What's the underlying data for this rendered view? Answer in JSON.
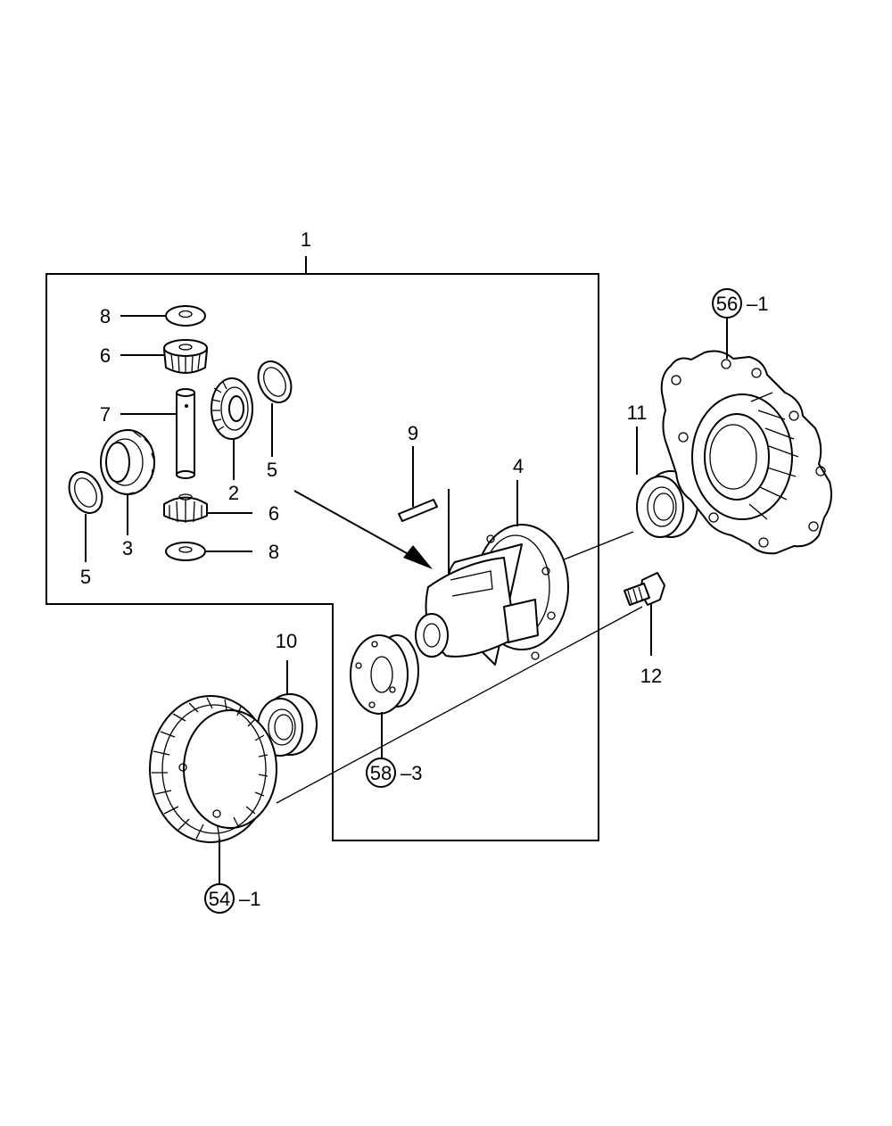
{
  "callouts": {
    "c1": "1",
    "c2": "2",
    "c3": "3",
    "c4": "4",
    "c5a": "5",
    "c5b": "5",
    "c6a": "6",
    "c6b": "6",
    "c7": "7",
    "c8a": "8",
    "c8b": "8",
    "c9": "9",
    "c10": "10",
    "c11": "11",
    "c12": "12"
  },
  "references": {
    "r56": {
      "num": "56",
      "suffix": "–1"
    },
    "r58": {
      "num": "58",
      "suffix": "–3"
    },
    "r54": {
      "num": "54",
      "suffix": "–1"
    }
  }
}
